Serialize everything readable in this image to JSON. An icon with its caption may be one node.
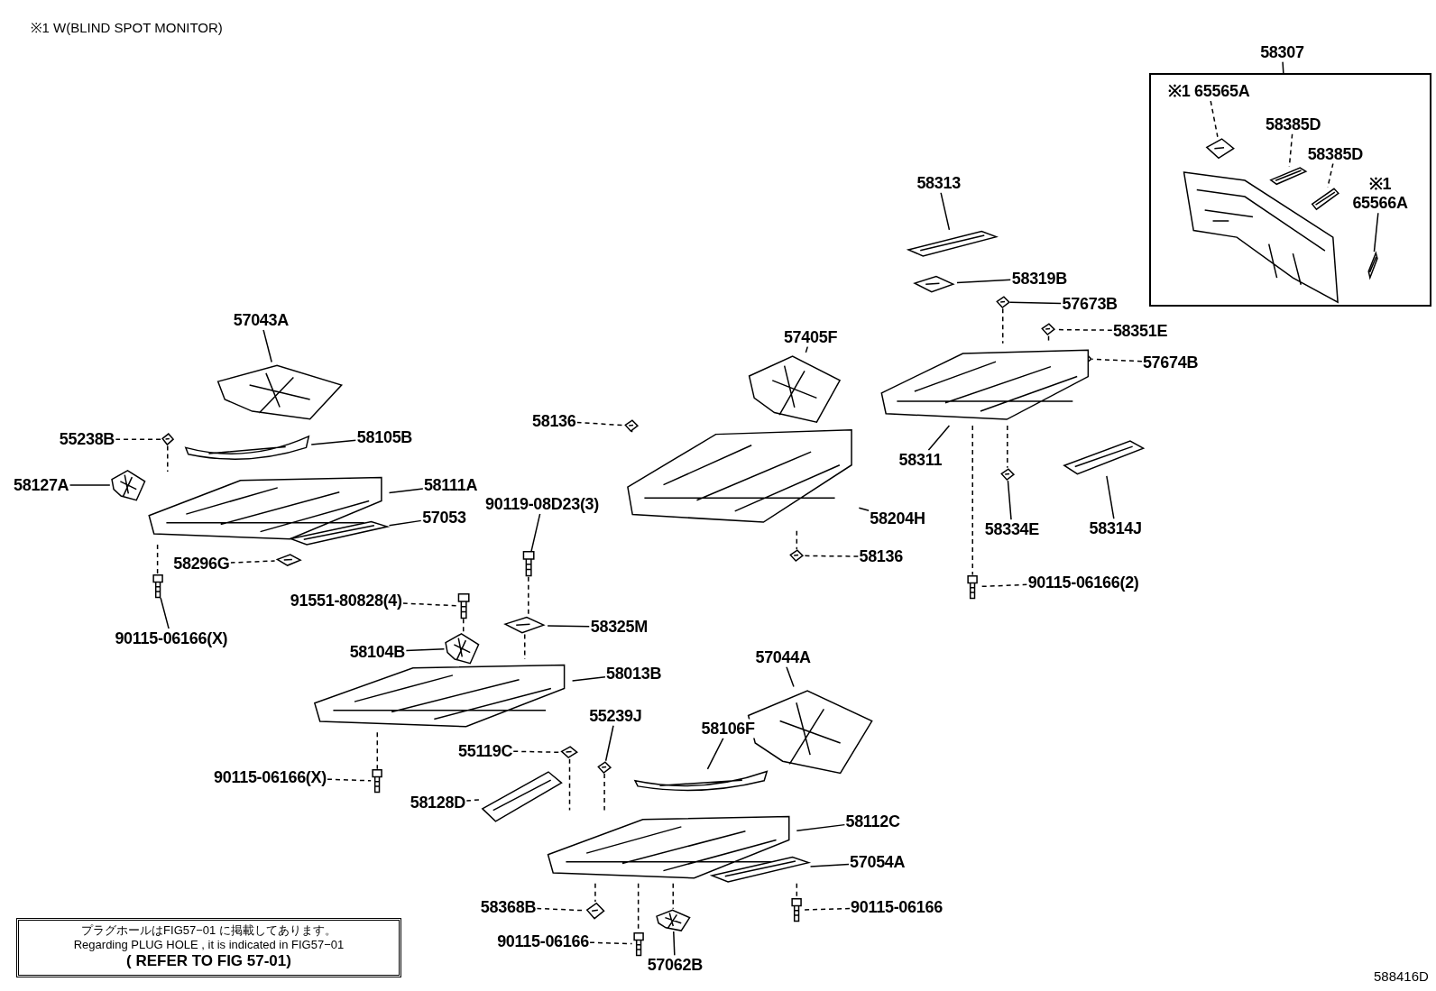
{
  "diagram": {
    "title": "※1 W(BLIND SPOT MONITOR)",
    "nodes": [
      {
        "text": [
          "57043A"
        ]
      },
      {
        "text": [],
        "shape": "picture"
      },
      {
        "text": [
          "55238B"
        ]
      },
      {
        "text": [],
        "shape": "picture"
      },
      {
        "text": [
          "58105B"
        ]
      },
      {
        "text": [],
        "shape": "picture"
      },
      {
        "text": [
          "58127A"
        ]
      },
      {
        "text": [],
        "shape": "picture"
      },
      {
        "text": [
          "58111A"
        ]
      },
      {
        "text": [],
        "shape": "picture"
      },
      {
        "text": [
          "57053"
        ]
      },
      {
        "text": [],
        "shape": "picture"
      },
      {
        "text": [
          "58296G"
        ]
      },
      {
        "text": [],
        "shape": "picture"
      },
      {
        "text": [
          "90115-06166(X)"
        ]
      },
      {
        "text": [],
        "shape": "picture"
      },
      {
        "text": [
          "90119-08D23(3)"
        ]
      },
      {
        "text": [],
        "shape": "picture"
      },
      {
        "text": [
          "91551-80828(4)"
        ]
      },
      {
        "text": [],
        "shape": "picture"
      },
      {
        "text": [
          "58325M"
        ]
      },
      {
        "text": [],
        "shape": "picture"
      },
      {
        "text": [
          "58104B"
        ]
      },
      {
        "text": [],
        "shape": "picture"
      },
      {
        "text": [
          "58013B"
        ]
      },
      {
        "text": [],
        "shape": "picture"
      },
      {
        "text": [
          "90115-06166(X)"
        ]
      },
      {
        "text": [],
        "shape": "picture"
      },
      {
        "text": [
          "58136"
        ]
      },
      {
        "text": [],
        "shape": "picture"
      },
      {
        "text": [
          "57405F"
        ]
      },
      {
        "text": [],
        "shape": "picture"
      },
      {
        "text": [
          "58204H"
        ]
      },
      {
        "text": [],
        "shape": "picture"
      },
      {
        "text": [
          "58136"
        ]
      },
      {
        "text": [],
        "shape": "picture"
      },
      {
        "text": [
          "58313"
        ]
      },
      {
        "text": [],
        "shape": "picture"
      },
      {
        "text": [
          "58319B"
        ]
      },
      {
        "text": [],
        "shape": "picture"
      },
      {
        "text": [
          "57673B"
        ]
      },
      {
        "text": [],
        "shape": "picture"
      },
      {
        "text": [
          "58351E"
        ]
      },
      {
        "text": [],
        "shape": "picture"
      },
      {
        "text": [
          "57674B"
        ]
      },
      {
        "text": [],
        "shape": "picture"
      },
      {
        "text": [
          "58311"
        ]
      },
      {
        "text": [],
        "shape": "picture"
      },
      {
        "text": [
          "58314J"
        ]
      },
      {
        "text": [],
        "shape": "picture"
      },
      {
        "text": [
          "58334E"
        ]
      },
      {
        "text": [],
        "shape": "picture"
      },
      {
        "text": [
          "90115-06166(2)"
        ]
      },
      {
        "text": [],
        "shape": "picture"
      },
      {
        "text": [
          "57044A"
        ]
      },
      {
        "text": [],
        "shape": "picture"
      },
      {
        "text": [
          "55239J"
        ]
      },
      {
        "text": [],
        "shape": "picture"
      },
      {
        "text": [
          "55119C"
        ]
      },
      {
        "text": [],
        "shape": "picture"
      },
      {
        "text": [
          "58106F"
        ]
      },
      {
        "text": [],
        "shape": "picture"
      },
      {
        "text": [
          "58128D"
        ]
      },
      {
        "text": [],
        "shape": "picture"
      },
      {
        "text": [
          "58112C"
        ]
      },
      {
        "text": [],
        "shape": "picture"
      },
      {
        "text": [
          "57054A"
        ]
      },
      {
        "text": [],
        "shape": "picture"
      },
      {
        "text": [
          "90115-06166"
        ]
      },
      {
        "text": [],
        "shape": "picture"
      },
      {
        "text": [
          "58368B"
        ]
      },
      {
        "text": [],
        "shape": "picture"
      },
      {
        "text": [
          "90115-06166"
        ]
      },
      {
        "text": [],
        "shape": "picture"
      },
      {
        "text": [
          "57062B"
        ]
      },
      {
        "text": [],
        "shape": "picture"
      },
      {
        "text": [],
        "shape": "box"
      },
      {
        "text": [
          "※1 65565A"
        ],
        "in": 76
      },
      {
        "text": [],
        "shape": "picture",
        "in": 76
      },
      {
        "text": [
          "58385D"
        ],
        "in": 76
      },
      {
        "text": [],
        "shape": "picture",
        "in": 76
      },
      {
        "text": [
          "58385D"
        ],
        "in": 76
      },
      {
        "text": [],
        "shape": "picture",
        "in": 76
      },
      {
        "text": [
          "※1 65566A"
        ],
        "in": 76
      },
      {
        "text": [],
        "shape": "picture",
        "in": 76
      },
      {
        "text": [
          "プラグホールはFIG57−01 に掲載してあります。",
          "Regarding PLUG HOLE , it is indicated in FIG57−01",
          "( REFER TO FIG 57-01)"
        ]
      },
      {
        "text": [
          "58307"
        ]
      }
    ],
    "edges": [
      {
        "from": 0,
        "to": 1,
        "arrow": "none"
      },
      {
        "from": 2,
        "to": 3,
        "arrow": "none",
        "style": "dashed"
      },
      {
        "from": 4,
        "to": 5,
        "arrow": "none"
      },
      {
        "from": 6,
        "to": 7,
        "arrow": "none"
      },
      {
        "from": 8,
        "to": 9,
        "arrow": "none"
      },
      {
        "from": 10,
        "to": 11,
        "arrow": "none"
      },
      {
        "from": 12,
        "to": 13,
        "arrow": "none",
        "style": "dashed"
      },
      {
        "from": 14,
        "to": 15,
        "arrow": "none"
      },
      {
        "from": 16,
        "to": 17,
        "arrow": "none"
      },
      {
        "from": 18,
        "to": 19,
        "arrow": "none",
        "style": "dashed"
      },
      {
        "from": 20,
        "to": 21,
        "arrow": "none"
      },
      {
        "from": 22,
        "to": 23,
        "arrow": "none"
      },
      {
        "from": 24,
        "to": 25,
        "arrow": "none"
      },
      {
        "from": 26,
        "to": 27,
        "arrow": "none",
        "style": "dashed"
      },
      {
        "from": 28,
        "to": 29,
        "arrow": "none",
        "style": "dashed"
      },
      {
        "from": 30,
        "to": 31,
        "arrow": "none"
      },
      {
        "from": 32,
        "to": 33,
        "arrow": "none"
      },
      {
        "from": 34,
        "to": 35,
        "arrow": "none",
        "style": "dashed"
      },
      {
        "from": 36,
        "to": 37,
        "arrow": "none"
      },
      {
        "from": 38,
        "to": 39,
        "arrow": "none"
      },
      {
        "from": 40,
        "to": 41,
        "arrow": "none"
      },
      {
        "from": 42,
        "to": 43,
        "arrow": "none",
        "style": "dashed"
      },
      {
        "from": 44,
        "to": 45,
        "arrow": "none",
        "style": "dashed"
      },
      {
        "from": 46,
        "to": 47,
        "arrow": "none"
      },
      {
        "from": 48,
        "to": 49,
        "arrow": "none"
      },
      {
        "from": 50,
        "to": 51,
        "arrow": "none"
      },
      {
        "from": 52,
        "to": 53,
        "arrow": "none",
        "style": "dashed"
      },
      {
        "from": 54,
        "to": 55,
        "arrow": "none"
      },
      {
        "from": 56,
        "to": 57,
        "arrow": "none"
      },
      {
        "from": 58,
        "to": 59,
        "arrow": "none",
        "style": "dashed"
      },
      {
        "from": 60,
        "to": 61,
        "arrow": "none"
      },
      {
        "from": 62,
        "to": 63,
        "arrow": "none",
        "style": "dashed"
      },
      {
        "from": 64,
        "to": 65,
        "arrow": "none"
      },
      {
        "from": 66,
        "to": 67,
        "arrow": "none"
      },
      {
        "from": 68,
        "to": 69,
        "arrow": "none",
        "style": "dashed"
      },
      {
        "from": 70,
        "to": 71,
        "arrow": "none",
        "style": "dashed"
      },
      {
        "from": 72,
        "to": 73,
        "arrow": "none",
        "style": "dashed"
      },
      {
        "from": 74,
        "to": 75,
        "arrow": "none"
      },
      {
        "from": 77,
        "to": 78,
        "arrow": "none",
        "style": "dashed"
      },
      {
        "from": 79,
        "to": 80,
        "arrow": "none",
        "style": "dashed"
      },
      {
        "from": 81,
        "to": 82,
        "arrow": "none",
        "style": "dashed"
      },
      {
        "from": 83,
        "to": 84,
        "arrow": "none"
      },
      {
        "from": 3,
        "to": 9,
        "arrow": "none",
        "style": "dashed"
      },
      {
        "from": 9,
        "to": 15,
        "arrow": "none",
        "style": "dashed"
      },
      {
        "from": 17,
        "to": 21,
        "arrow": "none",
        "style": "dashed"
      },
      {
        "from": 21,
        "to": 25,
        "arrow": "none",
        "style": "dashed"
      },
      {
        "from": 19,
        "to": 23,
        "arrow": "none",
        "style": "dashed"
      },
      {
        "from": 25,
        "to": 27,
        "arrow": "none",
        "style": "dashed"
      },
      {
        "from": 29,
        "to": 33,
        "arrow": "none",
        "style": "dashed"
      },
      {
        "from": 33,
        "to": 35,
        "arrow": "none",
        "style": "dashed"
      },
      {
        "from": 41,
        "to": 47,
        "arrow": "none",
        "style": "dashed"
      },
      {
        "from": 47,
        "to": 51,
        "arrow": "none",
        "style": "dashed"
      },
      {
        "from": 47,
        "to": 53,
        "arrow": "none",
        "style": "dashed"
      },
      {
        "from": 43,
        "to": 47,
        "arrow": "none",
        "style": "dashed"
      },
      {
        "from": 59,
        "to": 65,
        "arrow": "none",
        "style": "dashed"
      },
      {
        "from": 57,
        "to": 65,
        "arrow": "none",
        "style": "dashed"
      },
      {
        "from": 65,
        "to": 71,
        "arrow": "none",
        "style": "dashed"
      },
      {
        "from": 65,
        "to": 73,
        "arrow": "none",
        "style": "dashed"
      },
      {
        "from": 67,
        "to": 69,
        "arrow": "none",
        "style": "dashed"
      },
      {
        "from": 65,
        "to": 75,
        "arrow": "none",
        "style": "dashed"
      },
      {
        "from": 86,
        "to": 76,
        "arrow": "none"
      }
    ],
    "labels": [
      "588416D"
    ]
  }
}
